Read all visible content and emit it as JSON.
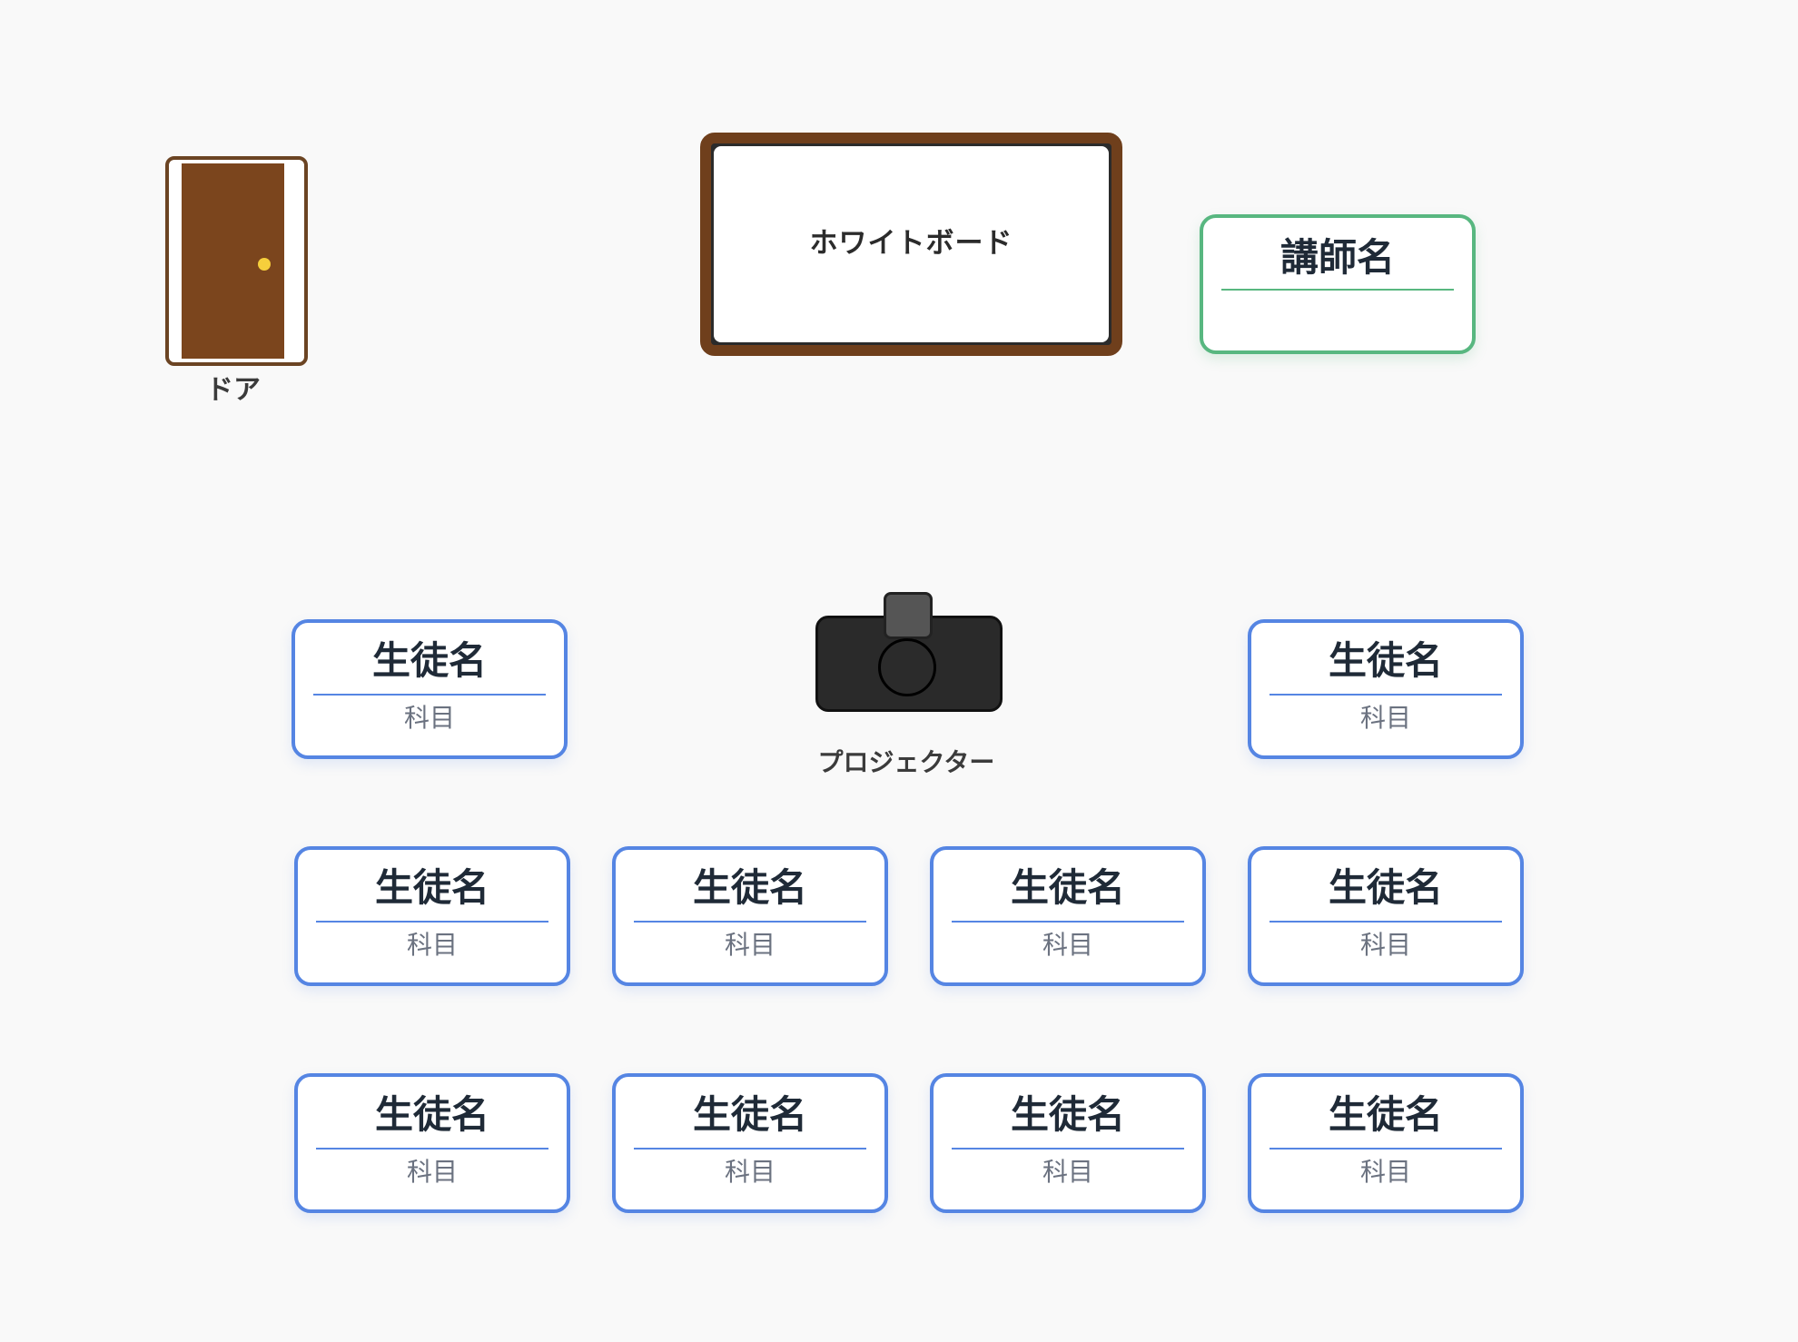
{
  "door": {
    "label": "ドア",
    "icon": "door-icon"
  },
  "whiteboard": {
    "label": "ホワイトボード"
  },
  "teacher": {
    "name": "講師名",
    "subject": ""
  },
  "projector": {
    "label": "プロジェクター",
    "icon": "projector-icon"
  },
  "students": [
    {
      "name": "生徒名",
      "subject": "科目"
    },
    {
      "name": "生徒名",
      "subject": "科目"
    },
    {
      "name": "生徒名",
      "subject": "科目"
    },
    {
      "name": "生徒名",
      "subject": "科目"
    },
    {
      "name": "生徒名",
      "subject": "科目"
    },
    {
      "name": "生徒名",
      "subject": "科目"
    },
    {
      "name": "生徒名",
      "subject": "科目"
    },
    {
      "name": "生徒名",
      "subject": "科目"
    },
    {
      "name": "生徒名",
      "subject": "科目"
    },
    {
      "name": "生徒名",
      "subject": "科目"
    }
  ],
  "colors": {
    "student_border": "#5585e3",
    "teacher_border": "#58b780",
    "door": "#7b451d",
    "whiteboard_frame": "#6f3f1c",
    "projector": "#2a2a2a"
  }
}
